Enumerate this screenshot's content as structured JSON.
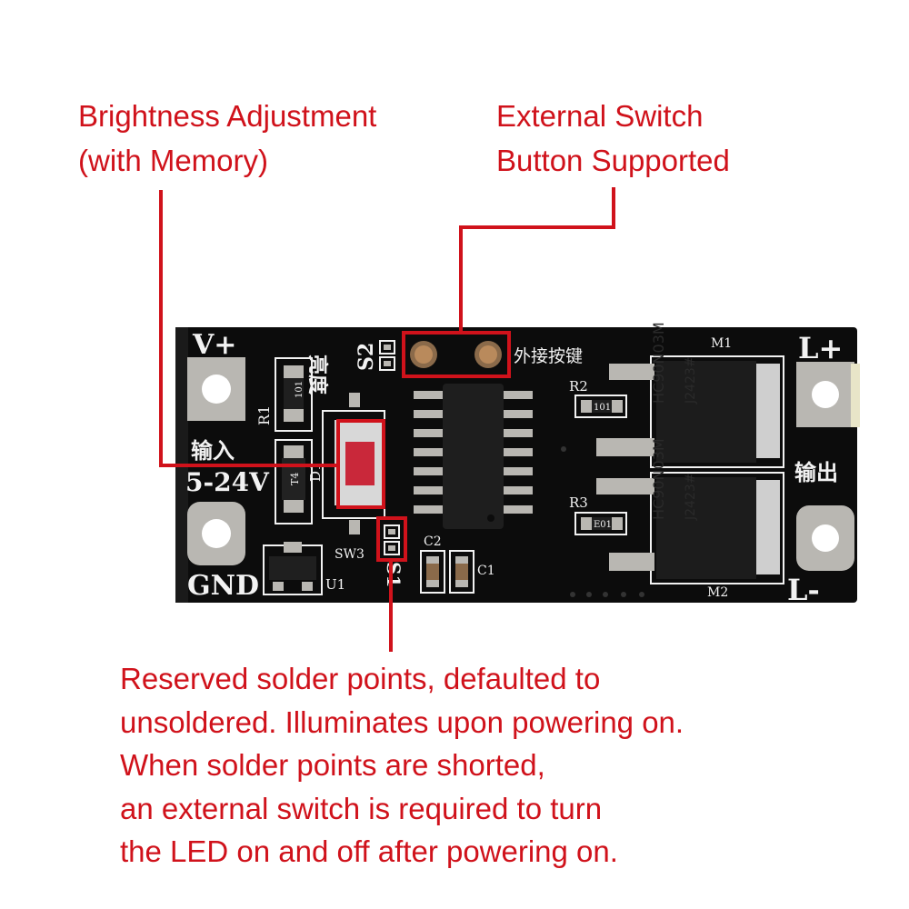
{
  "callouts": {
    "brightness": {
      "lines": [
        "Brightness Adjustment",
        "(with Memory)"
      ]
    },
    "external_switch": {
      "lines": [
        "External Switch",
        "Button Supported"
      ]
    },
    "reserved": {
      "lines": [
        "Reserved solder points, defaulted to",
        "unsoldered. Illuminates upon powering on.",
        "When solder points are shorted,",
        "an external switch is required to turn",
        "the LED on and off after powering on."
      ]
    }
  },
  "board": {
    "labels": {
      "v_plus": "V+",
      "gnd": "GND",
      "input_cn": "输入",
      "voltage": "5-24V",
      "l_plus": "L+",
      "l_minus": "L-",
      "output_cn": "输出",
      "brightness_cn": "亮度",
      "s2": "S2",
      "s1": "S1",
      "sw3": "SW3",
      "ext_key_cn": "外接按键",
      "r1": "R1",
      "r2": "R2",
      "r3": "R3",
      "r1_code": "101",
      "r2_code": "101",
      "r3_code": "E01",
      "d1": "D1",
      "d1_code": "T4",
      "u1": "U1",
      "c1": "C1",
      "c2": "C2",
      "m1": "M1",
      "m2": "M2",
      "mosfet_part": "HC90N03M",
      "mosfet_lot": "J2423#"
    }
  },
  "colors": {
    "callout_text": "#d0121b",
    "pcb": "#0c0c0c",
    "silkscreen": "#f2f2f2",
    "button_cap": "#c9283a"
  }
}
